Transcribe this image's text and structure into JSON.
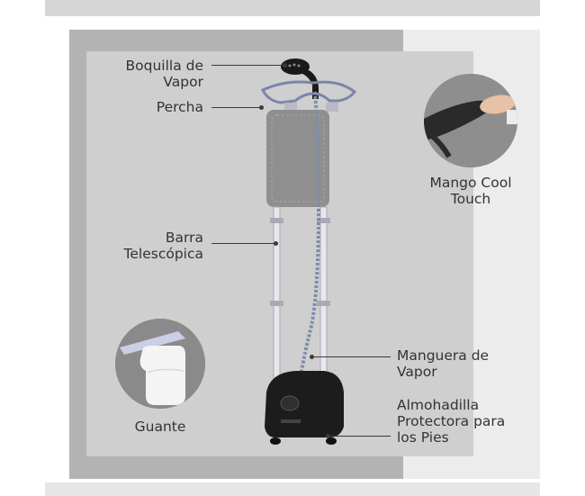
{
  "callouts": {
    "steam_nozzle": {
      "line1": "Boquilla de",
      "line2": "Vapor"
    },
    "hanger": "Percha",
    "telescopic_bar": {
      "line1": "Barra",
      "line2": "Telescópica"
    },
    "glove": "Guante",
    "cool_touch_handle": {
      "line1": "Mango Cool",
      "line2": "Touch"
    },
    "steam_hose": {
      "line1": "Manguera de",
      "line2": "Vapor"
    },
    "foot_pad": {
      "line1": "Almohadilla",
      "line2": "Protectora para",
      "line3": "los Pies"
    }
  },
  "colors": {
    "frame_dark": "#b3b3b3",
    "frame_light": "#cfcfcf",
    "panel": "#ececec",
    "product_black": "#1c1c1c",
    "board_gray": "#8f8f8f"
  }
}
